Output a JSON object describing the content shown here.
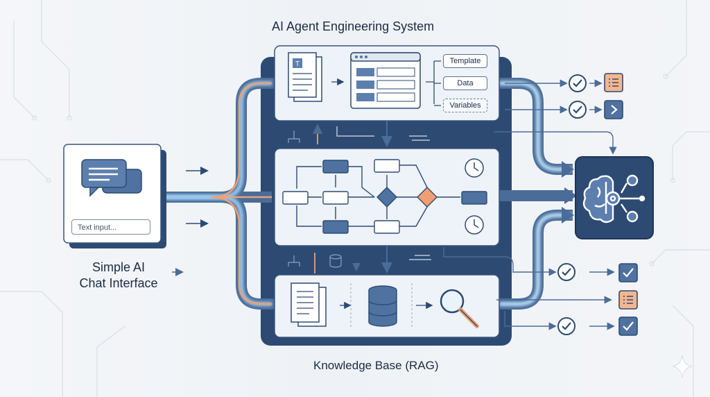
{
  "titles": {
    "system": "AI Agent Engineering System",
    "knowledge": "Knowledge Base (RAG)",
    "chat_line1": "Simple AI",
    "chat_line2": "Chat Interface"
  },
  "chat": {
    "input_placeholder": "Text input..."
  },
  "prompt_tags": {
    "template": "Template",
    "data": "Data",
    "variables": "Variables"
  },
  "colors": {
    "navy": "#2d4a73",
    "panel": "#eef3f9",
    "accent_blue": "#4a6c98",
    "glow_blue": "#8ec4ea",
    "accent_orange": "#f0a070",
    "node_fill": "#4f72a0"
  },
  "icons": [
    "document-icon",
    "window-icon",
    "chat-bubble-icon",
    "clock-icon",
    "database-icon",
    "search-icon",
    "brain-gear-icon",
    "check-icon",
    "list-icon",
    "chevron-right-icon",
    "sparkle-icon",
    "hierarchy-icon"
  ]
}
